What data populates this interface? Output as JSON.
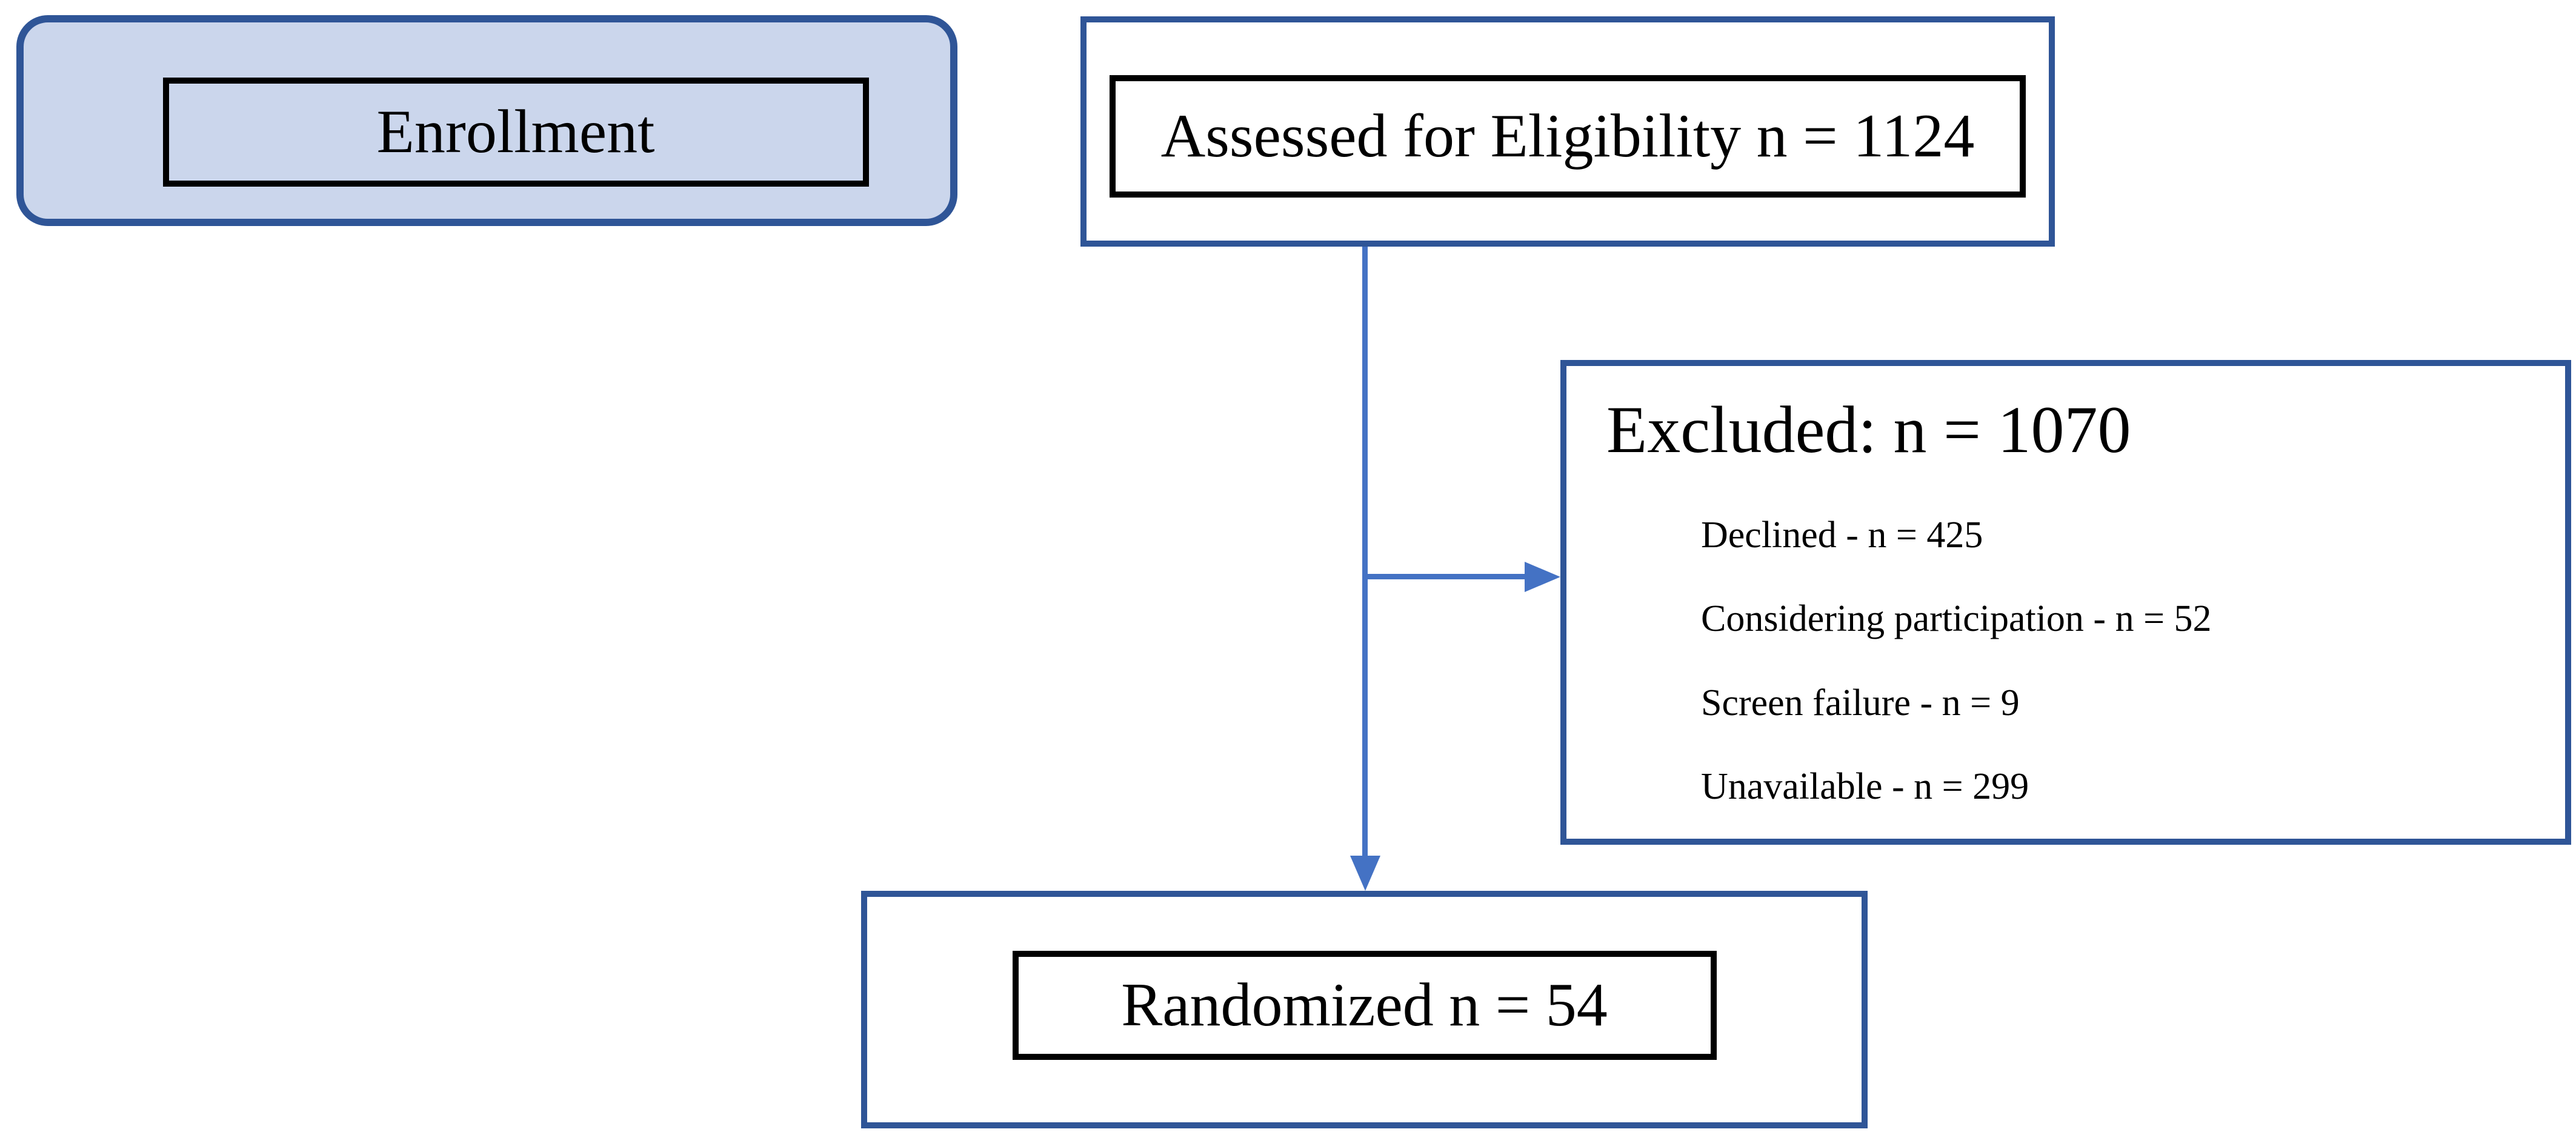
{
  "flowchart": {
    "stage_label": "Enrollment",
    "boxes": {
      "assessed": {
        "label": "Assessed for Eligibility n = 1124"
      },
      "excluded": {
        "title": "Excluded: n = 1070",
        "items": [
          "Declined - n = 425",
          "Considering participation - n = 52",
          "Screen failure - n = 9",
          "Unavailable - n = 299"
        ]
      },
      "randomized": {
        "label": "Randomized n = 54"
      }
    },
    "colors": {
      "box_border": "#2F5597",
      "arrow": "#4472C4",
      "enrollment_fill": "#CBD6EC",
      "inner_border": "#000000",
      "text": "#000000",
      "canvas_bg": "#FFFFFF"
    }
  }
}
